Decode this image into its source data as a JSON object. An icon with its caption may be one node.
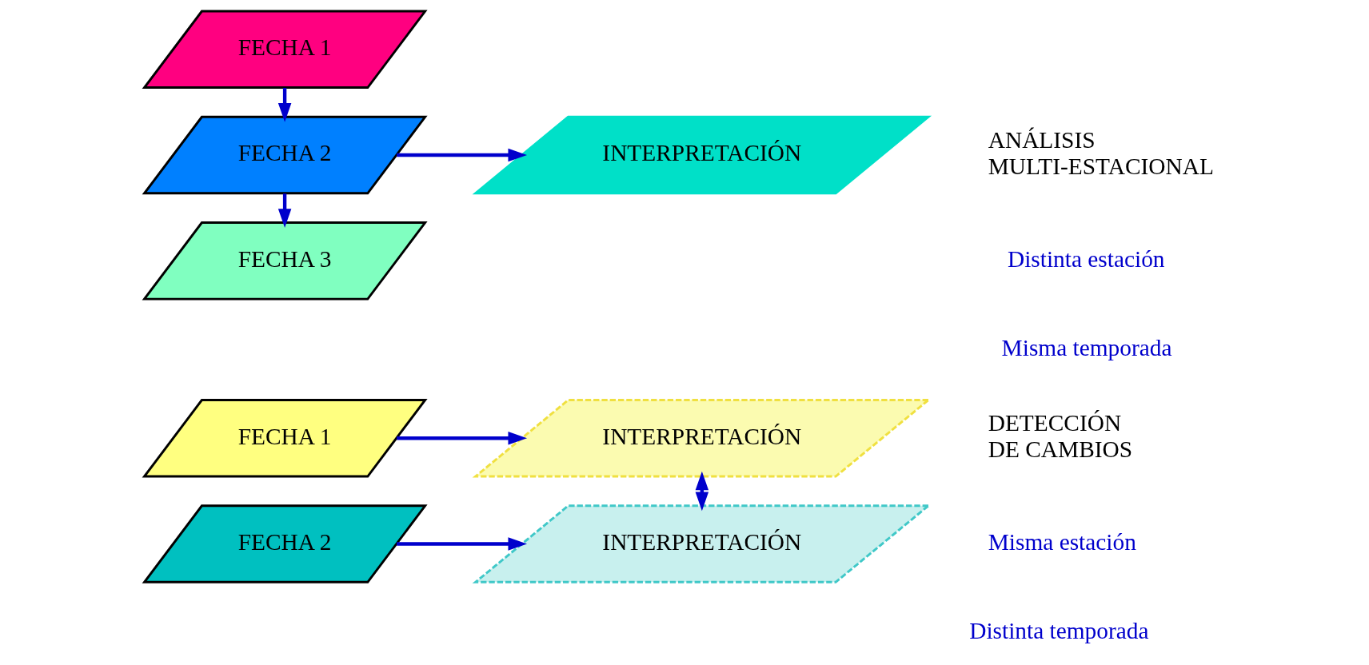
{
  "diagram": {
    "nodes": [
      {
        "text": [
          "FECHA 1"
        ]
      },
      {
        "text": [
          "FECHA 2"
        ]
      },
      {
        "text": [
          "FECHA 3"
        ]
      },
      {
        "text": [
          "INTERPRETACIÓN"
        ]
      },
      {
        "text": [
          "FECHA 1"
        ]
      },
      {
        "text": [
          "FECHA 2"
        ]
      },
      {
        "text": [
          "INTERPRETACIÓN"
        ]
      },
      {
        "text": [
          "INTERPRETACIÓN"
        ]
      }
    ],
    "edges": [
      {
        "from": 0,
        "to": 1,
        "arrow": "to"
      },
      {
        "from": 1,
        "to": 2,
        "arrow": "to"
      },
      {
        "from": 1,
        "to": 3,
        "arrow": "to"
      },
      {
        "from": 4,
        "to": 6,
        "arrow": "to"
      },
      {
        "from": 5,
        "to": 7,
        "arrow": "to"
      },
      {
        "from": 6,
        "to": 7,
        "arrow": "both"
      }
    ],
    "labels": [
      "ANÁLISIS MULTI-ESTACIONAL",
      "Distinta estación",
      "Misma temporada",
      "DETECCIÓN DE CAMBIOS",
      "Misma estación",
      "Distinta temporada"
    ]
  }
}
